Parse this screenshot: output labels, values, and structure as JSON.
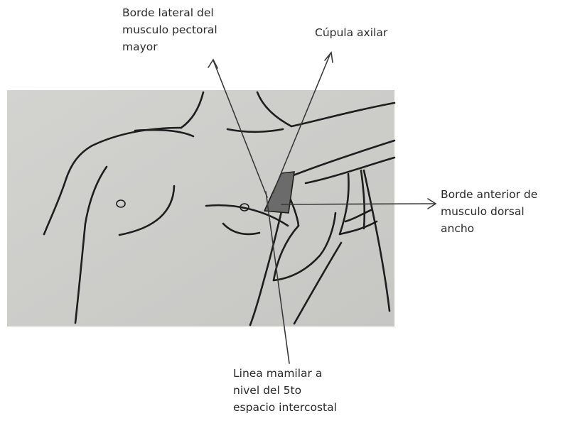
{
  "labels": {
    "pectoral": [
      "Borde lateral del",
      "musculo pectoral",
      "mayor"
    ],
    "cupula": [
      "Cúpula axilar"
    ],
    "dorsal": [
      "Borde anterior de",
      "musculo dorsal",
      "ancho"
    ],
    "mamilar": [
      "Linea mamilar a",
      "nivel del 5to",
      "espacio intercostal"
    ]
  },
  "colors": {
    "paper": "#cfcfcc",
    "ink": "#1e1e1e",
    "shaded_triangle": "#6b6b6b",
    "text": "#2a2a2a"
  },
  "icons": [
    "arrow-up-icon",
    "arrow-up-right-icon",
    "arrow-right-icon"
  ]
}
